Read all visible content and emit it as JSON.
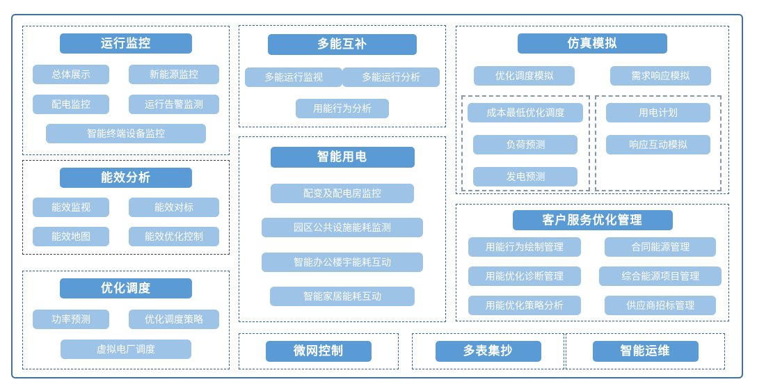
{
  "colors": {
    "header_fill": "#5B9BD5",
    "item_fill": "#9DC3E6",
    "text": "#FFFFFF",
    "frame_border": "#41719C",
    "dash_blue": "#2D6398",
    "dash_dark": "#3B3B3B",
    "dash_gray": "#8496B0"
  },
  "sections": {
    "operation_monitoring": {
      "title": "运行监控",
      "items": [
        "总体展示",
        "新能源监控",
        "配电监控",
        "运行告警监测",
        "智能终端设备监控"
      ]
    },
    "energy_efficiency_analysis": {
      "title": "能效分析",
      "items": [
        "能效监视",
        "能效对标",
        "能效地图",
        "能效优化控制"
      ]
    },
    "optimization_dispatch": {
      "title": "优化调度",
      "items": [
        "功率预测",
        "优化调度策略",
        "虚拟电厂调度"
      ]
    },
    "multi_energy_complementation": {
      "title": "多能互补",
      "items": [
        "多能运行监视",
        "多能运行分析",
        "用能行为分析"
      ]
    },
    "smart_power_use": {
      "title": "智能用电",
      "items": [
        "配变及配电房监控",
        "园区公共设施能耗监测",
        "智能办公楼宇能耗互动",
        "智能家居能耗互动"
      ]
    },
    "simulation": {
      "title": "仿真模拟",
      "items": [
        "优化调度模拟",
        "需求响应模拟"
      ],
      "dispatch_group": [
        "成本最低优化调度",
        "负荷预测",
        "发电预测"
      ],
      "response_group": [
        "用电计划",
        "响应互动模拟"
      ]
    },
    "customer_service_optimization": {
      "title": "客户服务优化管理",
      "left_items": [
        "用能行为绘制管理",
        "用能优化诊断管理",
        "用能优化策略分析"
      ],
      "right_items": [
        "合同能源管理",
        "综合能源项目管理",
        "供应商招标管理"
      ]
    },
    "microgrid_control": {
      "title": "微网控制"
    },
    "multi_meter_reading": {
      "title": "多表集抄"
    },
    "smart_operations": {
      "title": "智能运维"
    }
  }
}
